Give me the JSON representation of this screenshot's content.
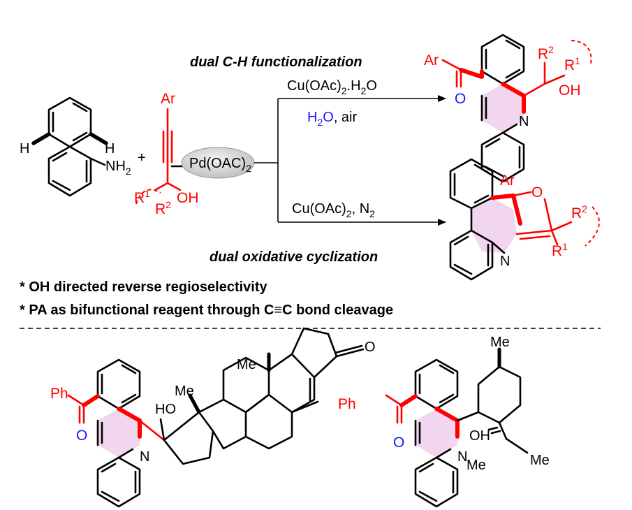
{
  "reaction": {
    "top_title": "dual C-H functionalization",
    "bottom_title": "dual oxidative cyclization",
    "plus": "+",
    "pd_label": "Pd(OAC)",
    "pd_sub": "2",
    "top_cond_1": "Cu(OAc)",
    "top_cond_1_sub": "2",
    "top_cond_1_tail": ".H",
    "top_cond_1_sub2": "2",
    "top_cond_1_tail2": "O",
    "top_cond_2_h": "H",
    "top_cond_2_sub": "2",
    "top_cond_2_o": "O",
    "top_cond_2_tail": ", air",
    "bottom_cond": "Cu(OAc)",
    "bottom_cond_sub": "2",
    "bottom_cond_tail": ", N",
    "bottom_cond_sub2": "2"
  },
  "notes": [
    "* OH directed reverse regioselectivity",
    "* PA as bifunctional reagent through C≡C bond cleavage"
  ],
  "atoms": {
    "H": "H",
    "NH": "NH",
    "two": "2",
    "Ar": "Ar",
    "R": "R",
    "one": "1",
    "OH": "OH",
    "O": "O",
    "N": "N",
    "Me": "Me",
    "Ph": "Ph"
  },
  "colors": {
    "red": "#ff0000",
    "blue": "#1a1aff",
    "pink_fill": "#f2d6ef",
    "pd_oval": "#cfcfcf"
  }
}
